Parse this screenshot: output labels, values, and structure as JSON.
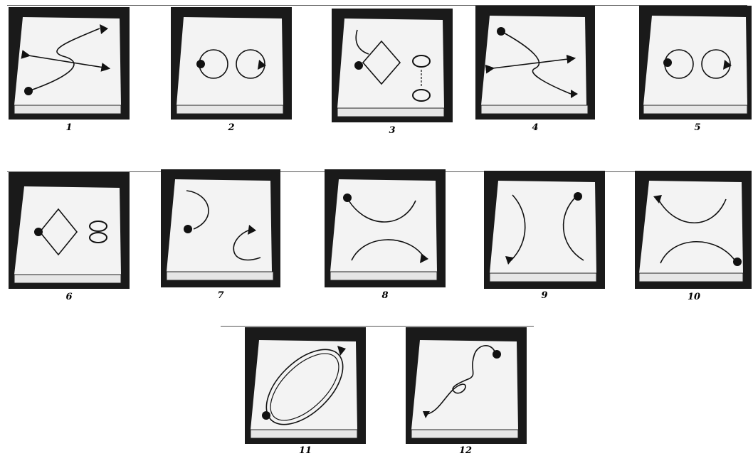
{
  "figure": {
    "panels": [
      {
        "label": "1"
      },
      {
        "label": "2"
      },
      {
        "label": "3"
      },
      {
        "label": "4"
      },
      {
        "label": "5"
      },
      {
        "label": "6"
      },
      {
        "label": "7"
      },
      {
        "label": "8"
      },
      {
        "label": "9"
      },
      {
        "label": "10"
      },
      {
        "label": "11"
      },
      {
        "label": "12"
      }
    ]
  },
  "colors": {
    "frame": "#1a1a1a",
    "board": "#f3f3f3",
    "ink": "#111111"
  }
}
